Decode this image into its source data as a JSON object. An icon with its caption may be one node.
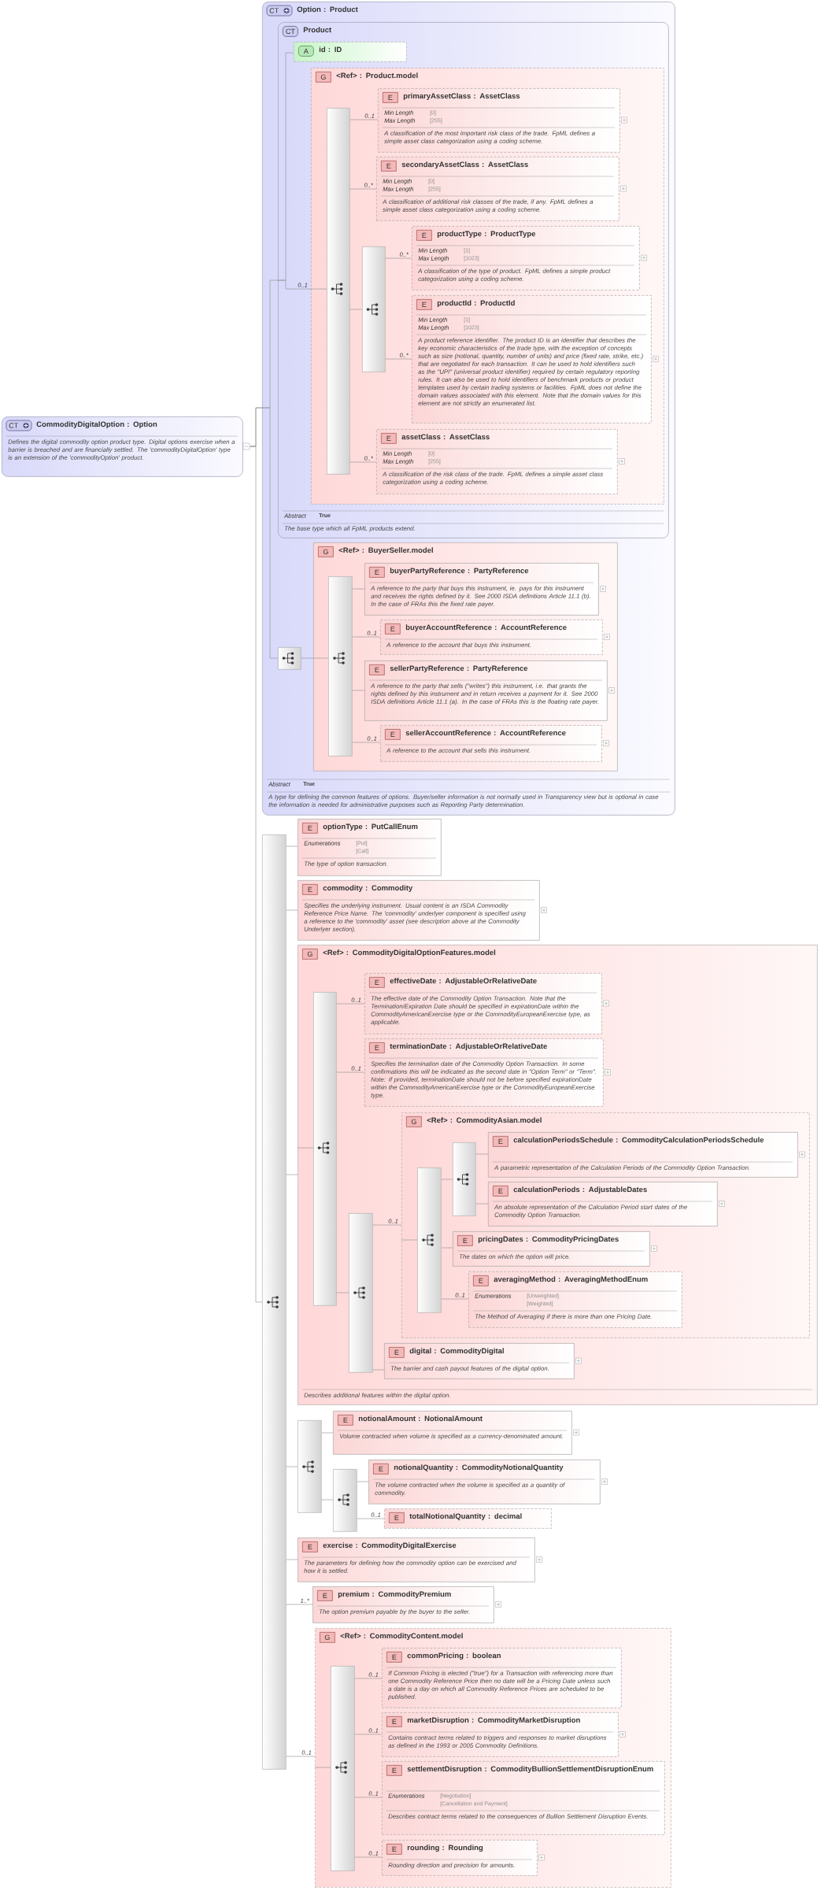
{
  "diagram": {
    "nodes": [
      {
        "text": [
          "CT",
          "CommodityDigitalOption : Option",
          "Defines the digital commodity option product type. Digital options exercise when a barrier is breached and are financially settled. The 'commodityDigitalOption' type is an extension of the 'commodityOption' product."
        ]
      },
      {
        "text": [
          "CT",
          "Option : Product",
          "Abstract",
          "True",
          "A type for defining the common features of options. Buyer/seller information is not normally used in Transparency view but is optional in case the information is needed for administrative purposes such as Reporting Party determination."
        ]
      },
      {
        "text": [
          "CT",
          "Product",
          "Abstract",
          "True",
          "The base type which all FpML products extend."
        ],
        "in": 1
      },
      {
        "text": [
          "A",
          "id : ID"
        ],
        "in": 2
      },
      {
        "text": [
          "G",
          "<Ref> : Product.model"
        ],
        "in": 2
      },
      {
        "text": [],
        "shape": "bar",
        "in": 4
      },
      {
        "text": [
          "E",
          "primaryAssetClass : AssetClass",
          "Min Length",
          "[0]",
          "Max Length",
          "[255]",
          "A classification of the most important risk class of the trade. FpML defines a simple asset class categorization using a coding scheme."
        ],
        "in": 4
      },
      {
        "text": [
          "E",
          "secondaryAssetClass : AssetClass",
          "Min Length",
          "[0]",
          "Max Length",
          "[255]",
          "A classification of additional risk classes of the trade, if any. FpML defines a simple asset class categorization using a coding scheme."
        ],
        "in": 4
      },
      {
        "text": [],
        "shape": "bar",
        "in": 4
      },
      {
        "text": [
          "E",
          "productType : ProductType",
          "Min Length",
          "[1]",
          "Max Length",
          "[1023]",
          "A classification of the type of product. FpML defines a simple product categorization using a coding scheme."
        ],
        "in": 4
      },
      {
        "text": [
          "E",
          "productId : ProductId",
          "Min Length",
          "[1]",
          "Max Length",
          "[1023]",
          "A product reference identifier. The product ID is an identifier that describes the key economic characteristics of the trade type, with the exception of concepts such as size (notional, quantity, number of units) and price (fixed rate, strike, etc.) that are negotiated for each transaction. It can be used to hold identifiers such as the \"UPI\" (universal product identifier) required by certain regulatory reporting rules. It can also be used to hold identifiers of benchmark products or product templates used by certain trading systems or facilities. FpML does not define the domain values associated with this element. Note that the domain values for this element are not strictly an enumerated list."
        ],
        "in": 4
      },
      {
        "text": [
          "E",
          "assetClass : AssetClass",
          "Min Length",
          "[0]",
          "Max Length",
          "[255]",
          "A classification of the risk class of the trade. FpML defines a simple asset class categorization using a coding scheme."
        ],
        "in": 4
      },
      {
        "text": [],
        "shape": "bar",
        "in": 1
      },
      {
        "text": [
          "G",
          "<Ref> : BuyerSeller.model"
        ],
        "in": 1
      },
      {
        "text": [],
        "shape": "bar",
        "in": 13
      },
      {
        "text": [
          "E",
          "buyerPartyReference : PartyReference",
          "A reference to the party that buys this instrument, ie. pays for this instrument and receives the rights defined by it. See 2000 ISDA definitions Article 11.1 (b). In the case of FRAs this the fixed rate payer."
        ],
        "in": 13
      },
      {
        "text": [
          "E",
          "buyerAccountReference : AccountReference",
          "A reference to the account that buys this instrument."
        ],
        "in": 13
      },
      {
        "text": [
          "E",
          "sellerPartyReference : PartyReference",
          "A reference to the party that sells (\"writes\") this instrument, i.e. that grants the rights defined by this instrument and in return receives a payment for it. See 2000 ISDA definitions Article 11.1 (a). In the case of FRAs this is the floating rate payer."
        ],
        "in": 13
      },
      {
        "text": [
          "E",
          "sellerAccountReference : AccountReference",
          "A reference to the account that sells this instrument."
        ],
        "in": 13
      },
      {
        "text": [],
        "shape": "bar"
      },
      {
        "text": [
          "E",
          "optionType : PutCallEnum",
          "Enumerations",
          "[Put]",
          "[Call]",
          "The type of option transaction."
        ]
      },
      {
        "text": [
          "E",
          "commodity : Commodity",
          "Specifies the underlying instrument. Usual content is an ISDA Commodity Reference Price Name. The 'commodity' underlyer component is specified using a reference to the 'commodity' asset (see description above at the Commodity Underlyer section)."
        ]
      },
      {
        "text": [
          "G",
          "<Ref> : CommodityDigitalOptionFeatures.model",
          "Describes additional features within the digital option."
        ]
      },
      {
        "text": [],
        "shape": "bar",
        "in": 22
      },
      {
        "text": [
          "E",
          "effectiveDate : AdjustableOrRelativeDate",
          "The effective date of the Commodity Option Transaction. Note that the Termination/Expiration Date should be specified in expirationDate within the CommodityAmericanExercise type or the CommodityEuropeanExercise type, as applicable."
        ],
        "in": 22
      },
      {
        "text": [
          "E",
          "terminationDate : AdjustableOrRelativeDate",
          "Specifies the termination date of the Commodity Option Transaction. In some confirmations this will be indicated as the second date in \"Option Term\" or \"Term\". Note: If provided, terminationDate should not be before specified expirationDate within the CommodityAmericanExercise type or the CommodityEuropeanExercise type."
        ],
        "in": 22
      },
      {
        "text": [],
        "shape": "bar",
        "in": 22
      },
      {
        "text": [
          "G",
          "<Ref> : CommodityAsian.model"
        ],
        "in": 22
      },
      {
        "text": [],
        "shape": "bar",
        "in": 27
      },
      {
        "text": [],
        "shape": "bar",
        "in": 27
      },
      {
        "text": [
          "E",
          "calculationPeriodsSchedule : CommodityCalculationPeriodsSchedule",
          "A parametric representation of the Calculation Periods of the Commodity Option Transaction."
        ],
        "in": 27
      },
      {
        "text": [
          "E",
          "calculationPeriods : AdjustableDates",
          "An absolute representation of the Calculation Period start dates of the Commodity Option Transaction."
        ],
        "in": 27
      },
      {
        "text": [
          "E",
          "pricingDates : CommodityPricingDates",
          "The dates on which the option will price."
        ],
        "in": 27
      },
      {
        "text": [
          "E",
          "averagingMethod : AveragingMethodEnum",
          "Enumerations",
          "[Unweighted]",
          "[Weighted]",
          "The Method of Averaging if there is more than one Pricing Date."
        ],
        "in": 27
      },
      {
        "text": [
          "E",
          "digital : CommodityDigital",
          "The barrier and cash payout features of the digital option."
        ],
        "in": 22
      },
      {
        "text": [],
        "shape": "bar"
      },
      {
        "text": [
          "E",
          "notionalAmount : NotionalAmount",
          "Volume contracted when volume is specified as a currency-denominated amount."
        ]
      },
      {
        "text": [],
        "shape": "bar"
      },
      {
        "text": [
          "E",
          "notionalQuantity : CommodityNotionalQuantity",
          "The volume contracted when the volume is specified as a quantity of commodity."
        ]
      },
      {
        "text": [
          "E",
          "totalNotionalQuantity : decimal"
        ]
      },
      {
        "text": [
          "E",
          "exercise : CommodityDigitalExercise",
          "The parameters for defining how the commodity option can be exercised and how it is settled."
        ]
      },
      {
        "text": [
          "E",
          "premium : CommodityPremium",
          "The option premium payable by the buyer to the seller."
        ]
      },
      {
        "text": [
          "G",
          "<Ref> : CommodityContent.model"
        ]
      },
      {
        "text": [],
        "shape": "bar",
        "in": 42
      },
      {
        "text": [
          "E",
          "commonPricing : boolean",
          "If Common Pricing is elected (\"true\") for a Transaction with referencing more than one Commodity Reference Price then no date will be a Pricing Date unless such a date is a day on which all Commodity Reference Prices are scheduled to be published."
        ],
        "in": 42
      },
      {
        "text": [
          "E",
          "marketDisruption : CommodityMarketDisruption",
          "Contains contract terms related to triggers and responses to market disruptions as defined in the 1993 or 2005 Commodity Definitions."
        ],
        "in": 42
      },
      {
        "text": [
          "E",
          "settlementDisruption : CommodityBullionSettlementDisruptionEnum",
          "Enumerations",
          "[Negotiation]",
          "[Cancellation and Payment]",
          "Describes contract terms related to the consequences of Bullion Settlement Disruption Events."
        ],
        "in": 42
      },
      {
        "text": [
          "E",
          "rounding : Rounding",
          "Rounding direction and precision for amounts."
        ],
        "in": 42
      }
    ],
    "edges": [
      {
        "from": 0,
        "to": 2,
        "arrow": "none"
      },
      {
        "from": 0,
        "to": 12,
        "arrow": "none"
      },
      {
        "from": 0,
        "to": 19,
        "arrow": "none"
      },
      {
        "from": 2,
        "to": 3,
        "arrow": "none"
      },
      {
        "from": 2,
        "to": 4,
        "arrow": "none",
        "label": "0..1"
      },
      {
        "from": 4,
        "to": 5,
        "arrow": "none"
      },
      {
        "from": 5,
        "to": 6,
        "arrow": "none",
        "label": "0..1"
      },
      {
        "from": 5,
        "to": 7,
        "arrow": "none",
        "label": "0..*"
      },
      {
        "from": 5,
        "to": 8,
        "arrow": "none"
      },
      {
        "from": 5,
        "to": 11,
        "arrow": "none",
        "label": "0..*"
      },
      {
        "from": 8,
        "to": 9,
        "arrow": "none",
        "label": "0..*"
      },
      {
        "from": 8,
        "to": 10,
        "arrow": "none",
        "label": "0..*"
      },
      {
        "from": 12,
        "to": 13,
        "arrow": "none"
      },
      {
        "from": 13,
        "to": 14,
        "arrow": "none"
      },
      {
        "from": 14,
        "to": 15,
        "arrow": "none"
      },
      {
        "from": 14,
        "to": 16,
        "arrow": "none",
        "label": "0..1"
      },
      {
        "from": 14,
        "to": 17,
        "arrow": "none"
      },
      {
        "from": 14,
        "to": 18,
        "arrow": "none",
        "label": "0..1"
      },
      {
        "from": 19,
        "to": 20,
        "arrow": "none"
      },
      {
        "from": 19,
        "to": 21,
        "arrow": "none"
      },
      {
        "from": 19,
        "to": 22,
        "arrow": "none"
      },
      {
        "from": 22,
        "to": 23,
        "arrow": "none"
      },
      {
        "from": 23,
        "to": 24,
        "arrow": "none",
        "label": "0..1"
      },
      {
        "from": 23,
        "to": 25,
        "arrow": "none",
        "label": "0..1"
      },
      {
        "from": 23,
        "to": 26,
        "arrow": "none"
      },
      {
        "from": 26,
        "to": 27,
        "arrow": "none",
        "label": "0..1"
      },
      {
        "from": 26,
        "to": 34,
        "arrow": "none"
      },
      {
        "from": 27,
        "to": 28,
        "arrow": "none"
      },
      {
        "from": 28,
        "to": 29,
        "arrow": "none"
      },
      {
        "from": 28,
        "to": 32,
        "arrow": "none"
      },
      {
        "from": 28,
        "to": 33,
        "arrow": "none",
        "label": "0..1"
      },
      {
        "from": 29,
        "to": 30,
        "arrow": "none"
      },
      {
        "from": 29,
        "to": 31,
        "arrow": "none"
      },
      {
        "from": 19,
        "to": 35,
        "arrow": "none"
      },
      {
        "from": 35,
        "to": 36,
        "arrow": "none"
      },
      {
        "from": 35,
        "to": 37,
        "arrow": "none"
      },
      {
        "from": 37,
        "to": 38,
        "arrow": "none"
      },
      {
        "from": 37,
        "to": 39,
        "arrow": "none",
        "label": "0..1"
      },
      {
        "from": 19,
        "to": 40,
        "arrow": "none"
      },
      {
        "from": 19,
        "to": 41,
        "arrow": "none",
        "label": "1..*"
      },
      {
        "from": 19,
        "to": 42,
        "arrow": "none",
        "label": "0..1"
      },
      {
        "from": 42,
        "to": 43,
        "arrow": "none"
      },
      {
        "from": 43,
        "to": 44,
        "arrow": "none",
        "label": "0..1"
      },
      {
        "from": 43,
        "to": 45,
        "arrow": "none",
        "label": "0..1"
      },
      {
        "from": 43,
        "to": 46,
        "arrow": "none",
        "label": "0..1"
      },
      {
        "from": 43,
        "to": 47,
        "arrow": "none",
        "label": "0..1"
      }
    ]
  }
}
